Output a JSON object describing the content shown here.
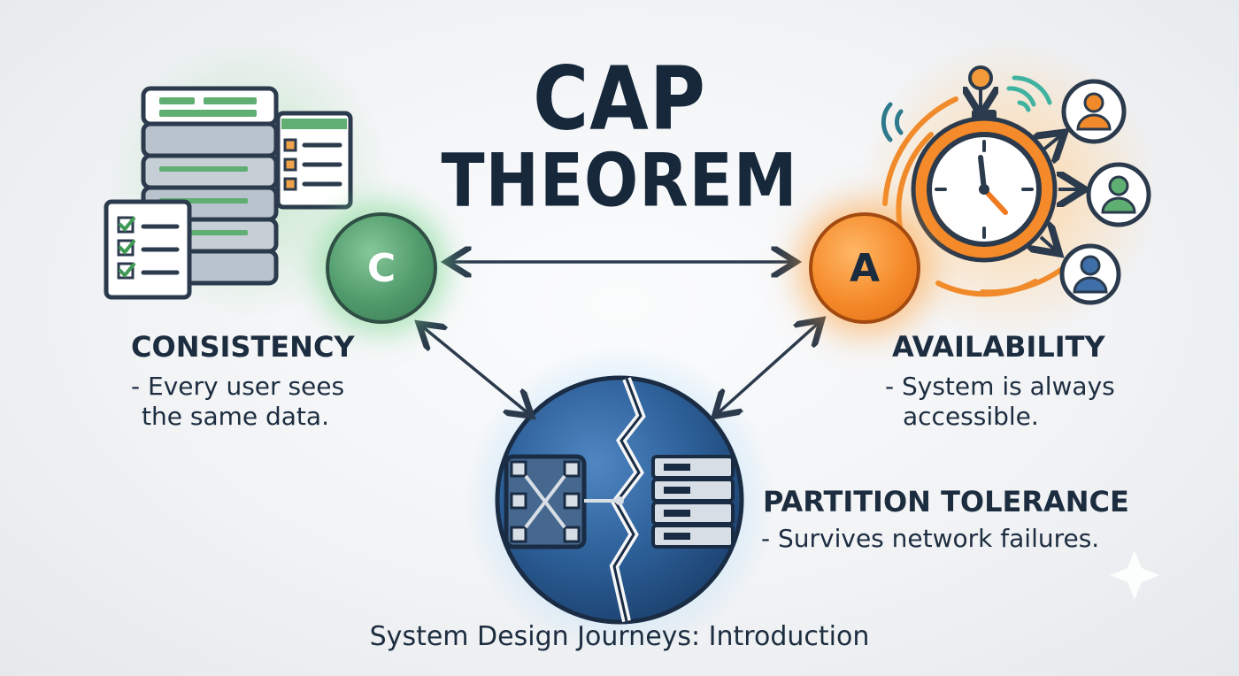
{
  "title": {
    "line1": "CAP",
    "line2": "THEOREM"
  },
  "nodes": {
    "consistency": {
      "letter": "C",
      "heading": "CONSISTENCY",
      "desc_line1": "- Every user sees",
      "desc_line2": "the same data.",
      "color": "#4f9a6a"
    },
    "availability": {
      "letter": "A",
      "heading": "AVAILABILITY",
      "desc_line1": "- System is always",
      "desc_line2": "accessible.",
      "color": "#f58a2a"
    },
    "partition": {
      "heading": "PARTITION TOLERANCE",
      "desc": "- Survives network failures.",
      "color": "#2f5f99"
    }
  },
  "icons": {
    "consistency": "server-stack-icon",
    "availability": "clock-with-users-icon",
    "partition": "broken-globe-network-icon"
  },
  "footer": "System Design Journeys: Introduction"
}
